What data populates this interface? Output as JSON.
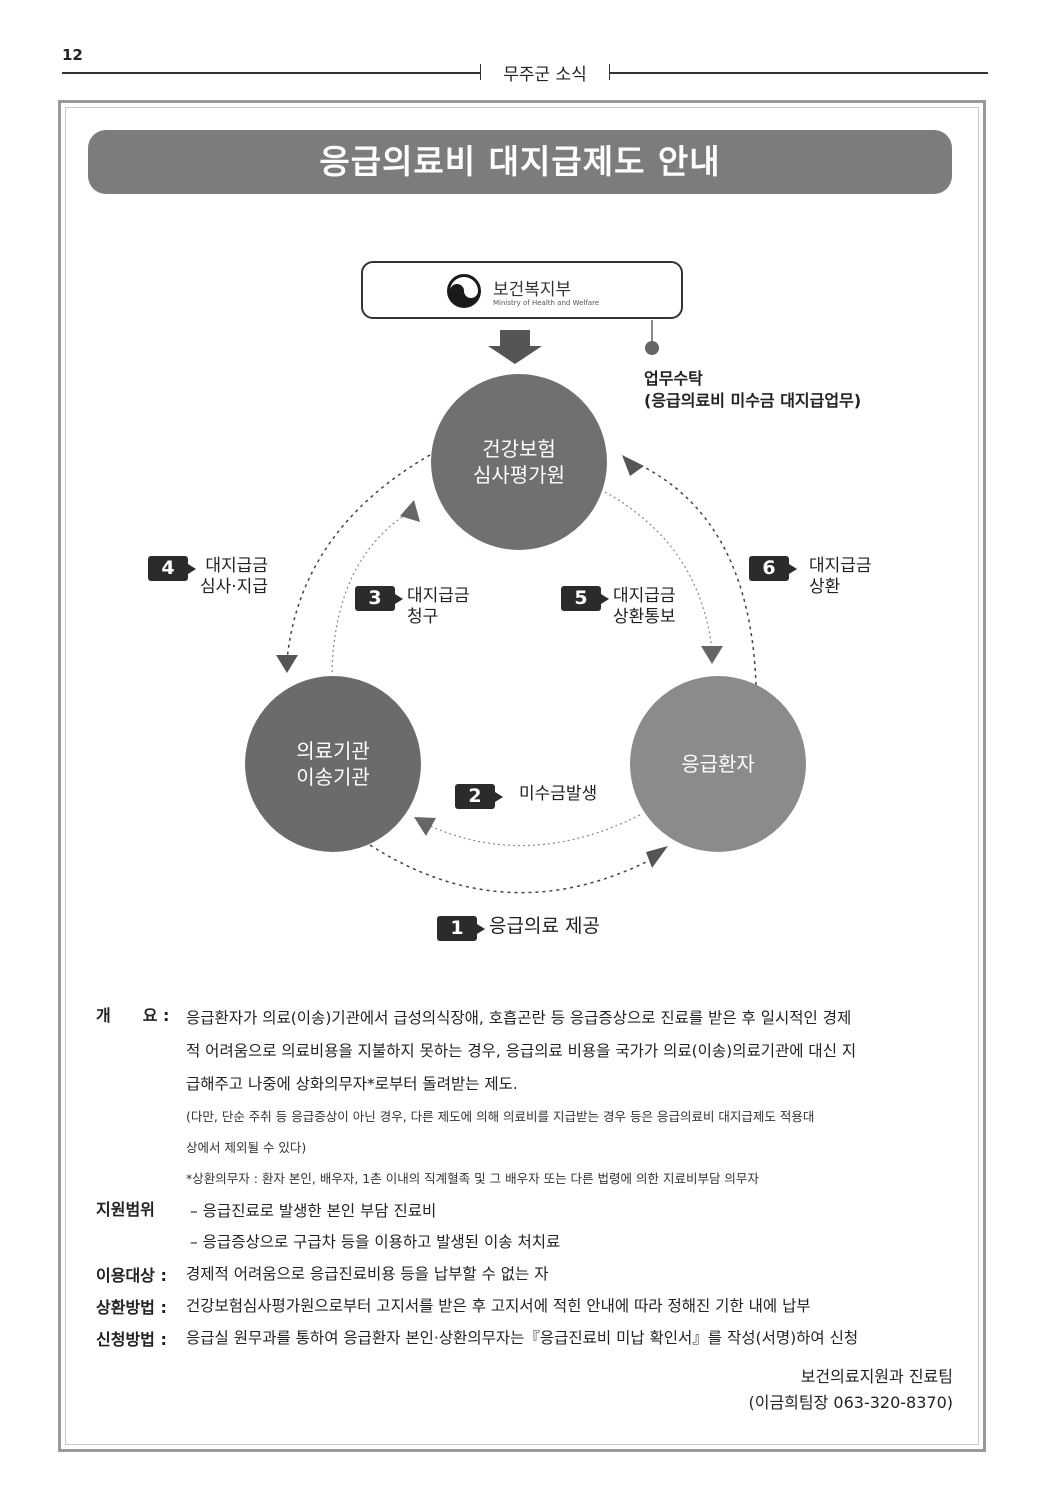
{
  "page_number": "12",
  "section": "무주군 소식",
  "title": "응급의료비 대지급제도 안내",
  "ministry": {
    "name_ko": "보건복지부",
    "name_en": "Ministry of Health and Welfare"
  },
  "delegation": {
    "line1": "업무수탁",
    "line2": "(응급의료비 미수금 대지급업무)"
  },
  "nodes": {
    "hira": {
      "line1": "건강보험",
      "line2": "심사평가원"
    },
    "hospital": {
      "line1": "의료기관",
      "line2": "이송기관"
    },
    "patient": {
      "line1": "응급환자"
    }
  },
  "steps": [
    {
      "num": "1",
      "line1": "응급의료 제공",
      "line2": ""
    },
    {
      "num": "2",
      "line1": "미수금발생",
      "line2": ""
    },
    {
      "num": "3",
      "line1": "대지급금",
      "line2": "청구"
    },
    {
      "num": "4",
      "line1": "대지급금",
      "line2": "심사·지급"
    },
    {
      "num": "5",
      "line1": "대지급금",
      "line2": "상환통보"
    },
    {
      "num": "6",
      "line1": "대지급금",
      "line2": "상환"
    }
  ],
  "overview": {
    "label": "개　　요 :",
    "lines": [
      "응급환자가 의료(이송)기관에서 급성의식장애, 호흡곤란 등 응급증상으로 진료를 받은 후 일시적인 경제",
      "적 어려움으로 의료비용을 지불하지 못하는 경우, 응급의료 비용을 국가가 의료(이송)의료기관에 대신 지",
      "급해주고 나중에 상화의무자*로부터 돌려받는 제도."
    ],
    "notes": [
      "(다만, 단순 주취 등 응급증상이 아닌 경우, 다른 제도에 의해 의료비를 지급받는 경우 등은 응급의료비 대지급제도 적용대",
      "상에서 제외될 수 있다)",
      "*상환의무자 : 환자 본인, 배우자, 1촌 이내의 직계혈족 및 그 배우자 또는 다른 법령에 의한 지료비부담 의무자"
    ]
  },
  "scope": {
    "label": "지원범위",
    "items": [
      "– 응급진료로 발생한 본인 부담 진료비",
      "– 응급증상으로 구급차 등을 이용하고 발생된 이송 처치료"
    ]
  },
  "target": {
    "label": "이용대상 :",
    "text": "경제적 어려움으로 응급진료비용 등을 납부할 수 없는 자"
  },
  "repay": {
    "label": "상환방법 :",
    "text": "건강보험심사평가원으로부터 고지서를 받은 후 고지서에 적힌 안내에 따라 정해진 기한 내에 납부"
  },
  "apply": {
    "label": "신청방법 :",
    "text": "응급실 원무과를 통하여 응급환자 본인·상환의무자는『응급진료비 미납 확인서』를 작성(서명)하여 신청"
  },
  "contact": {
    "dept": "보건의료지원과 진료팀",
    "person": "(이금희팀장 063-320-8370)"
  }
}
